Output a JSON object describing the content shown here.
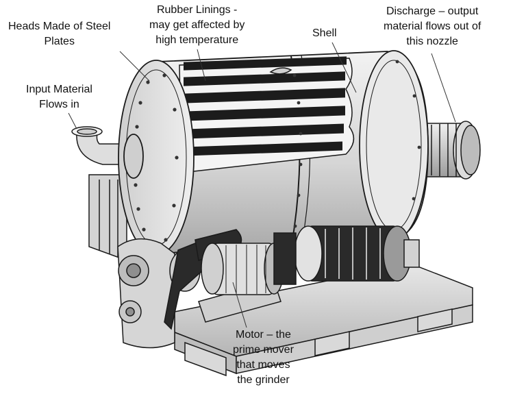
{
  "labels": {
    "heads": [
      "Heads Made of Steel",
      "Plates"
    ],
    "rubber": [
      "Rubber Linings  -",
      "may get affected by",
      "high temperature"
    ],
    "shell": [
      "Shell"
    ],
    "discharge": [
      "Discharge – output",
      "material flows out of",
      "this nozzle"
    ],
    "input": [
      "Input Material",
      "Flows in"
    ],
    "motor": [
      "Motor – the",
      "prime mover",
      "that moves",
      "the grinder"
    ]
  },
  "colors": {
    "ink": "#1a1a1a",
    "metal_light": "#e6e6e6",
    "metal_mid": "#c4c4c4",
    "metal_dark": "#8a8a8a",
    "liner_dark": "#1c1c1c",
    "leader": "#333333"
  }
}
